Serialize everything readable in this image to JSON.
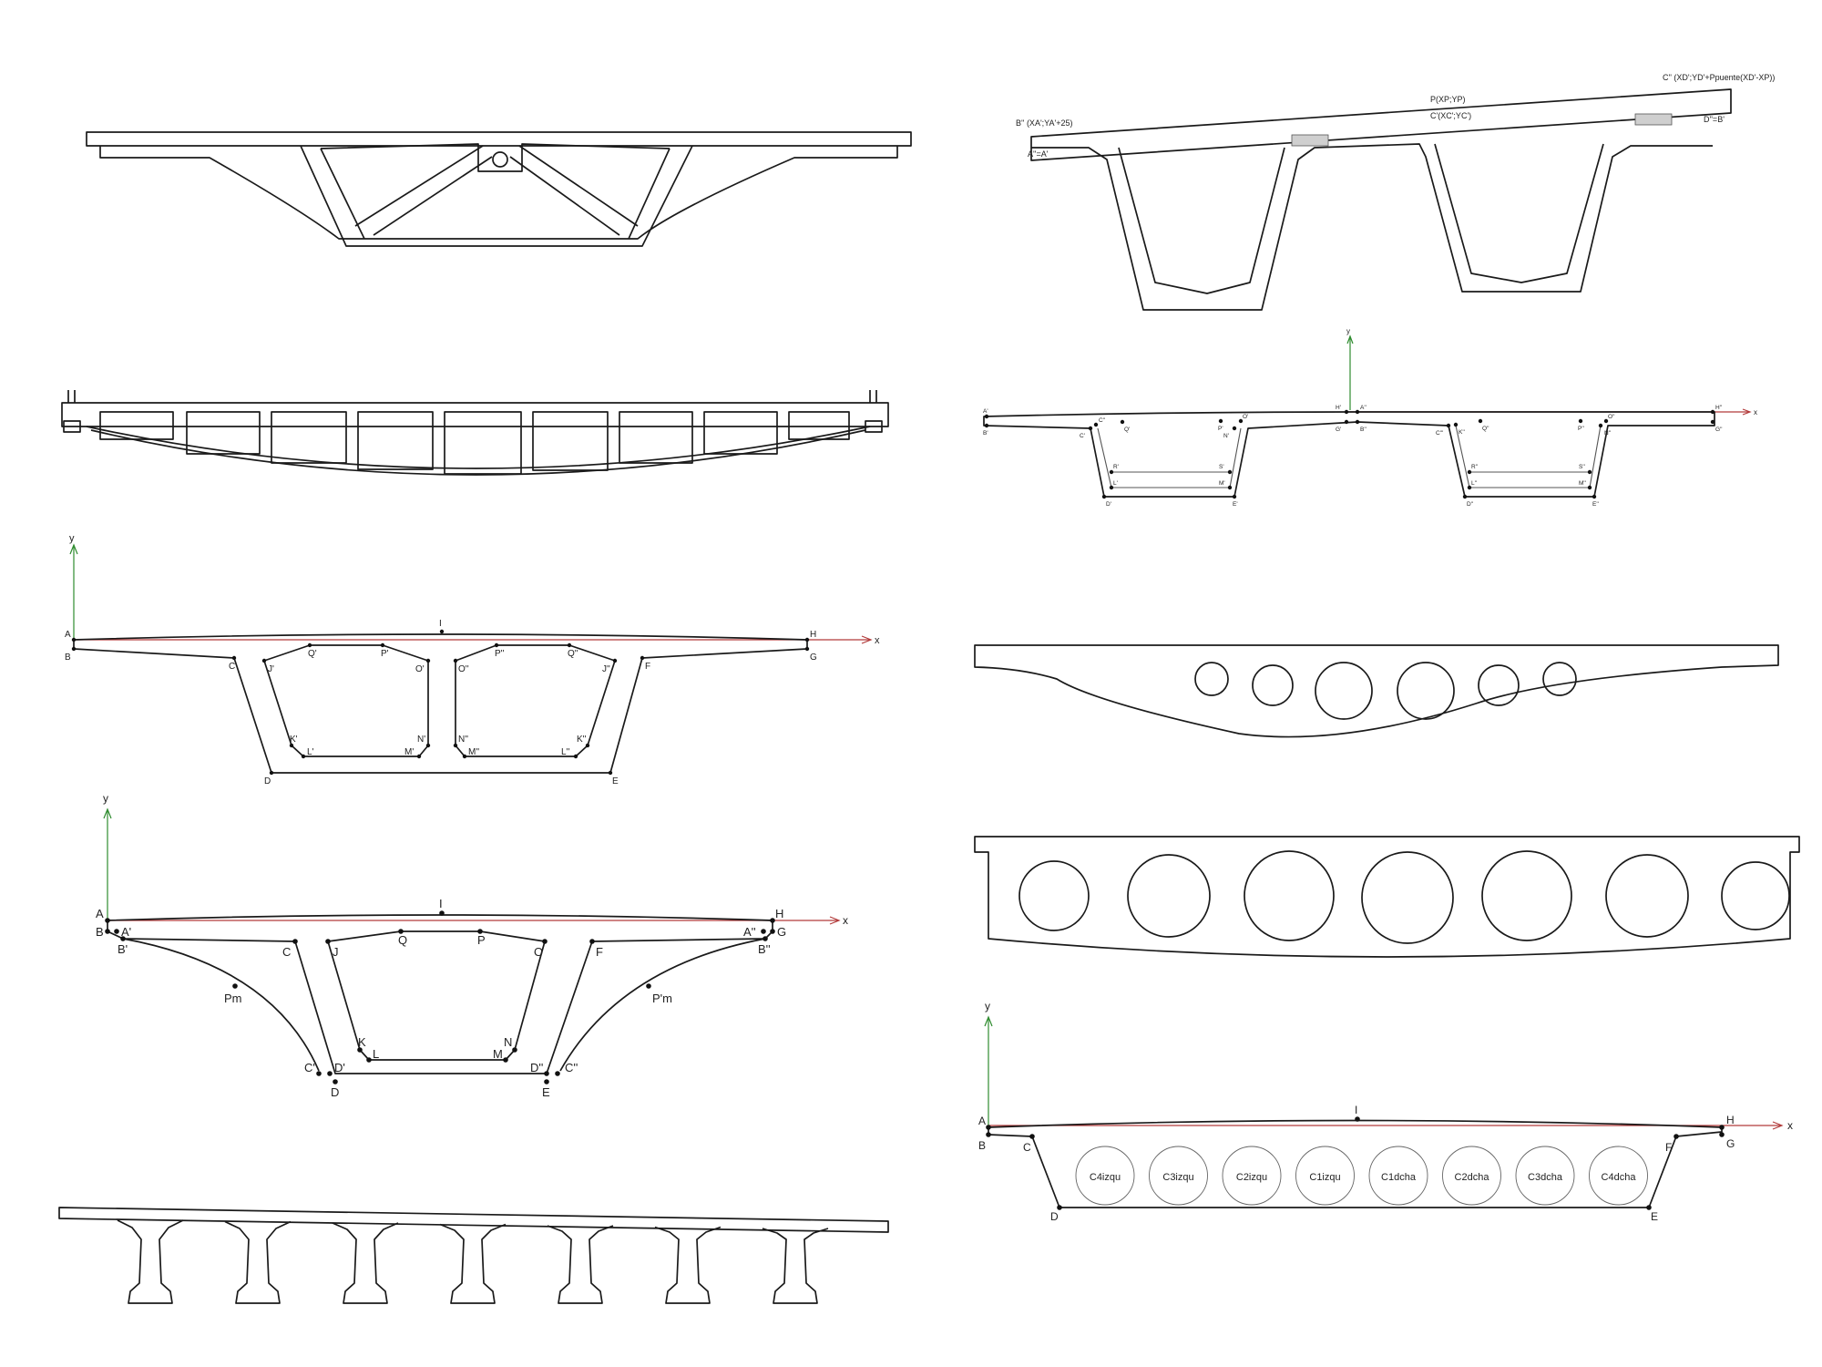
{
  "panels": {
    "p3": {
      "axis_x": "x",
      "axis_y": "y",
      "labels": [
        "A",
        "B",
        "C",
        "I",
        "H",
        "G",
        "F",
        "J'",
        "Q'",
        "P'",
        "O'",
        "O''",
        "P''",
        "Q''",
        "J''",
        "K'",
        "L'",
        "M'",
        "N'",
        "N''",
        "M''",
        "L''",
        "K''",
        "D",
        "E"
      ]
    },
    "p4": {
      "axis_x": "x",
      "axis_y": "y",
      "labels": [
        "A",
        "B",
        "A'",
        "B'",
        "I",
        "H",
        "G",
        "A''",
        "B''",
        "C",
        "J",
        "Q",
        "P",
        "O",
        "F",
        "Pm",
        "P'm",
        "K",
        "L",
        "N",
        "M",
        "C'",
        "D'",
        "D",
        "D''",
        "E",
        "C''"
      ]
    },
    "r1": {
      "annotations": [
        "C'' (XD';YD'+Ppuente(XD'-XP))",
        "P(XP;YP)",
        "B'' (XA';YA'+25)",
        "A''=A'",
        "C'(XC';YC')",
        "D''=B'"
      ]
    },
    "r2": {
      "axis_x": "x",
      "axis_y": "y",
      "labels": [
        "A'",
        "B'",
        "C'",
        "C''",
        "Q'",
        "P'",
        "O'",
        "N'",
        "H'",
        "A''",
        "G'",
        "B''",
        "C'''",
        "K''",
        "Q''",
        "P''",
        "O''",
        "N''",
        "H''",
        "G''",
        "R'",
        "S'",
        "L'",
        "M'",
        "D'",
        "E'",
        "R''",
        "S''",
        "L''",
        "M''",
        "D''",
        "E''"
      ]
    },
    "r5": {
      "axis_x": "x",
      "axis_y": "y",
      "labels": [
        "A",
        "B",
        "C",
        "I",
        "H",
        "G",
        "F",
        "D",
        "E"
      ],
      "cells": [
        "C4izqu",
        "C3izqu",
        "C2izqu",
        "C1izqu",
        "C1dcha",
        "C2dcha",
        "C3dcha",
        "C4dcha"
      ]
    }
  }
}
